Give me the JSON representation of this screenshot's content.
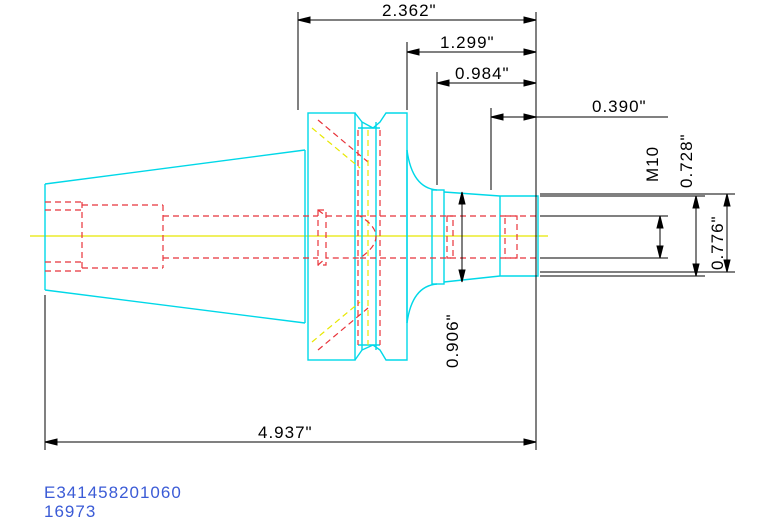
{
  "dimensions": {
    "d_2362": "2.362\"",
    "d_1299": "1.299\"",
    "d_0984": "0.984\"",
    "d_0390": "0.390\"",
    "d_0728": "0.728\"",
    "d_m10": "M10",
    "d_0776": "0.776\"",
    "d_0906": "0.906\"",
    "d_4937": "4.937\""
  },
  "footer": {
    "part_number": "E341458201060",
    "serial": "16973"
  },
  "colors": {
    "outline": "#00d8e8",
    "hidden": "#e8333a",
    "centerline": "#e8e800",
    "dimension": "#000000",
    "footer_text": "#3b5bd6"
  }
}
